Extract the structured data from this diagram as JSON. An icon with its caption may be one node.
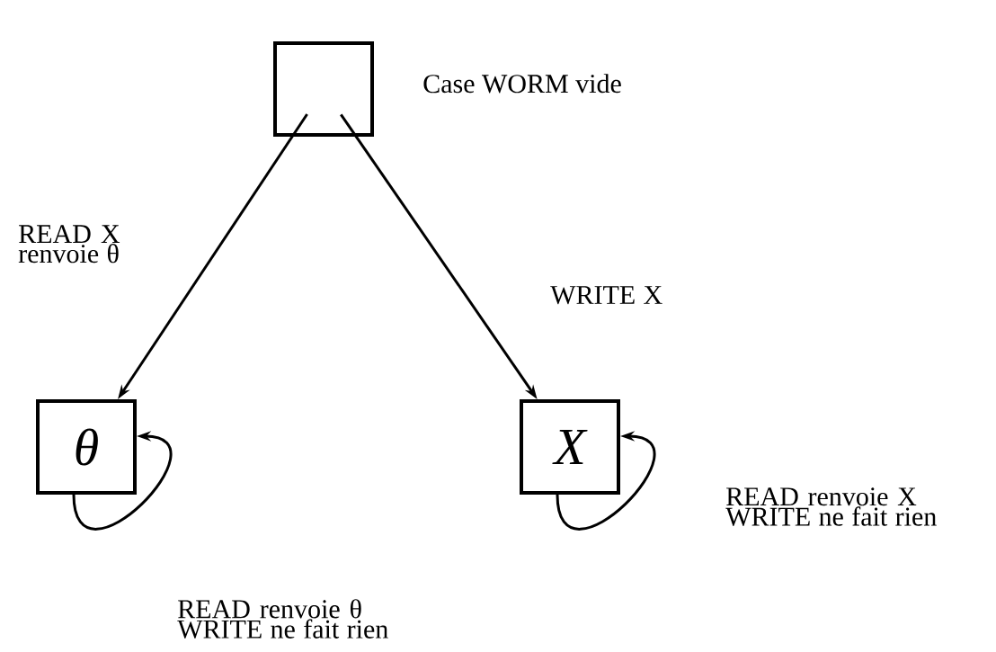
{
  "diagram": {
    "nodes": [
      {
        "text": [],
        "shape": "box",
        "beside": [
          "Case WORM vide"
        ]
      },
      {
        "text": [
          "θ"
        ]
      },
      {
        "text": [
          "X"
        ]
      }
    ],
    "edges": [
      {
        "from": 0,
        "to": 1,
        "arrow": "to",
        "label": "READ X renvoie θ"
      },
      {
        "from": 0,
        "to": 2,
        "arrow": "to",
        "label": "WRITE X"
      },
      {
        "from": 1,
        "to": 1,
        "arrow": "to",
        "label": "READ renvoie θ WRITE ne fait rien"
      },
      {
        "from": 2,
        "to": 2,
        "arrow": "to",
        "label": "READ renvoie X WRITE ne fait rien"
      }
    ]
  }
}
